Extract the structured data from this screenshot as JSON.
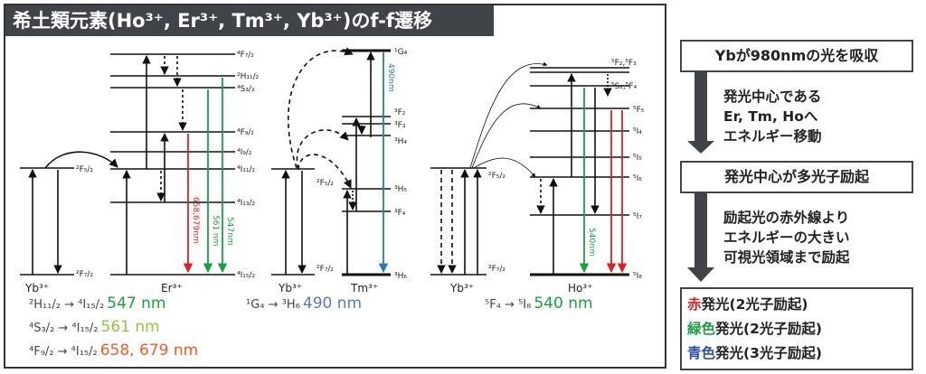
{
  "title": "希土類元素(Ho³⁺, Er³⁺, Tm³⁺, Yb³⁺)のf-f遷移",
  "colors": {
    "red": "#e02020",
    "green": "#18a040",
    "blue": "#2a52a0",
    "yellowgreen": "#8cc63f",
    "dark": "#404448"
  },
  "diagram": {
    "groups": [
      {
        "id": "yb1",
        "label": "Yb³⁺"
      },
      {
        "id": "er",
        "label": "Er³⁺"
      },
      {
        "id": "yb2",
        "label": "Yb³⁺"
      },
      {
        "id": "tm",
        "label": "Tm³⁺"
      },
      {
        "id": "yb3",
        "label": "Yb³⁺"
      },
      {
        "id": "ho",
        "label": "Ho³⁺"
      }
    ],
    "level_labels": {
      "yb1_f52": "²F₅/₂",
      "yb1_f72": "²F₇/₂",
      "er_f72": "⁴F₇/₂",
      "er_h112": "²H₁₁/₂",
      "er_s32": "⁴S₃/₂",
      "er_f92": "⁴F₉/₂",
      "er_i92": "⁴I₉/₂",
      "er_i112": "⁴I₁₁/₂",
      "er_i132": "⁴I₁₃/₂",
      "er_i152": "⁴I₁₅/₂",
      "yb2_f52": "²F₅/₂",
      "yb2_f72": "²F₇/₂",
      "tm_g4": "¹G₄",
      "tm_f2": "³F₂",
      "tm_f3": "³F₃",
      "tm_h4": "³H₄",
      "tm_h5": "³H₅",
      "tm_f4": "³F₄",
      "tm_h6": "³H₆",
      "yb3_f52": "²F₅/₂",
      "yb3_f72": "²F₇/₂",
      "ho_f2f3": "⁵F₂,⁵F₃",
      "ho_s2f4": "⁵S₂,⁵F₄",
      "ho_f5": "⁵F₅",
      "ho_i4": "⁵I₄",
      "ho_i5": "⁵I₅",
      "ho_i6": "⁵I₆",
      "ho_i7": "⁵I₇",
      "ho_i8": "⁵I₈"
    },
    "emissions": {
      "er_red": "658,679nm",
      "er_green1": "561 nm",
      "er_green2": "547nm",
      "tm_blue": "490nm",
      "ho_green": "540nm"
    },
    "transitions": [
      {
        "from": "²H₁₁/₂",
        "to": "⁴I₁₅/₂",
        "value": "547 nm",
        "color": "#18a040"
      },
      {
        "from": "⁴S₃/₂",
        "to": "⁴I₁₅/₂",
        "value": "561 nm",
        "color": "#8cc63f"
      },
      {
        "from": "⁴F₉/₂",
        "to": "⁴I₁₅/₂",
        "value": "658, 679 nm",
        "color": "#f05a28"
      },
      {
        "from": "¹G₄",
        "to": "³H₆",
        "value": "490 nm",
        "color": "#5a78c0"
      },
      {
        "from": "⁵F₄",
        "to": "⁵I₈",
        "value": "540 nm",
        "color": "#18a040"
      }
    ]
  },
  "flow": {
    "step1": "Ybが980nmの光を吸収",
    "desc1": [
      "発光中心である",
      "Er, Tm, Hoへ",
      "エネルギー移動"
    ],
    "step2": "発光中心が多光子励起",
    "desc2": [
      "励起光の赤外線より",
      "エネルギーの大きい",
      "可視光領域まで励起"
    ],
    "results": [
      {
        "color_word": "赤",
        "text": "発光(2光子励起)"
      },
      {
        "color_word": "緑色",
        "text": "発光(2光子励起)"
      },
      {
        "color_word": "青色",
        "text": "発光(3光子励起)"
      }
    ]
  }
}
